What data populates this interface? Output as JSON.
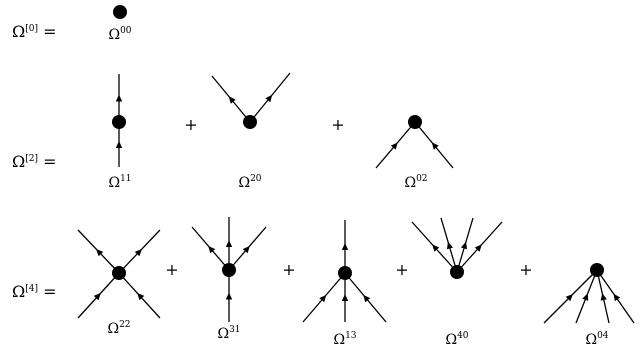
{
  "symbol": "Ω",
  "rows": [
    {
      "id": "row0",
      "lhs_base": "Ω",
      "lhs_sup": "[0]",
      "equals": "=",
      "terms": [
        {
          "base": "Ω",
          "sup": "00",
          "legs_in": 0,
          "legs_out": 0
        }
      ]
    },
    {
      "id": "row2",
      "lhs_base": "Ω",
      "lhs_sup": "[2]",
      "equals": "=",
      "terms": [
        {
          "base": "Ω",
          "sup": "11",
          "legs_in": 1,
          "legs_out": 1
        },
        {
          "base": "Ω",
          "sup": "20",
          "legs_in": 0,
          "legs_out": 2
        },
        {
          "base": "Ω",
          "sup": "02",
          "legs_in": 2,
          "legs_out": 0
        }
      ]
    },
    {
      "id": "row4",
      "lhs_base": "Ω",
      "lhs_sup": "[4]",
      "equals": "=",
      "terms": [
        {
          "base": "Ω",
          "sup": "22",
          "legs_in": 2,
          "legs_out": 2
        },
        {
          "base": "Ω",
          "sup": "31",
          "legs_in": 1,
          "legs_out": 3
        },
        {
          "base": "Ω",
          "sup": "13",
          "legs_in": 3,
          "legs_out": 1
        },
        {
          "base": "Ω",
          "sup": "40",
          "legs_in": 0,
          "legs_out": 4
        },
        {
          "base": "Ω",
          "sup": "04",
          "legs_in": 4,
          "legs_out": 0
        }
      ]
    }
  ],
  "plus_sign": "+",
  "colors": {
    "ink": "#000000",
    "background": "#ffffff"
  }
}
